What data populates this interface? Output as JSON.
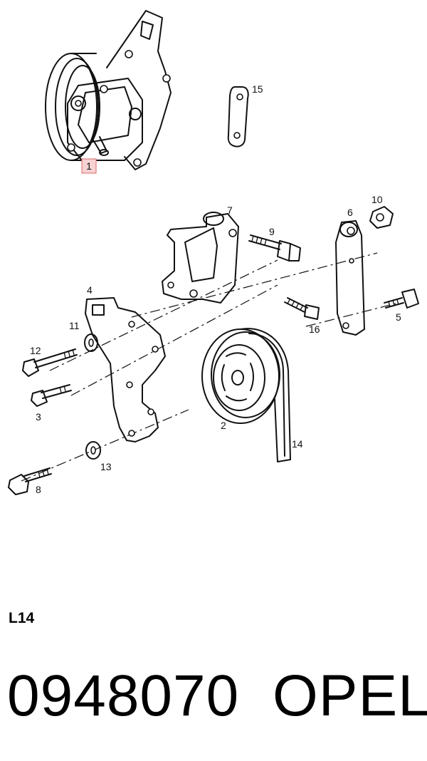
{
  "callouts": [
    {
      "id": "c1",
      "label": "1",
      "highlighted": true
    },
    {
      "id": "c2",
      "label": "2"
    },
    {
      "id": "c3",
      "label": "3"
    },
    {
      "id": "c4",
      "label": "4"
    },
    {
      "id": "c5",
      "label": "5"
    },
    {
      "id": "c6",
      "label": "6"
    },
    {
      "id": "c7",
      "label": "7"
    },
    {
      "id": "c8",
      "label": "8"
    },
    {
      "id": "c9",
      "label": "9"
    },
    {
      "id": "c10",
      "label": "10"
    },
    {
      "id": "c11",
      "label": "11"
    },
    {
      "id": "c12",
      "label": "12"
    },
    {
      "id": "c13",
      "label": "13"
    },
    {
      "id": "c14",
      "label": "14"
    },
    {
      "id": "c15",
      "label": "15"
    },
    {
      "id": "c16",
      "label": "16"
    }
  ],
  "model_code": "L14",
  "part_number": "0948070",
  "brand": "OPEL",
  "colors": {
    "ink": "#111111",
    "highlight_fill": "#f6d2d2",
    "highlight_stroke": "#d96a6a"
  }
}
